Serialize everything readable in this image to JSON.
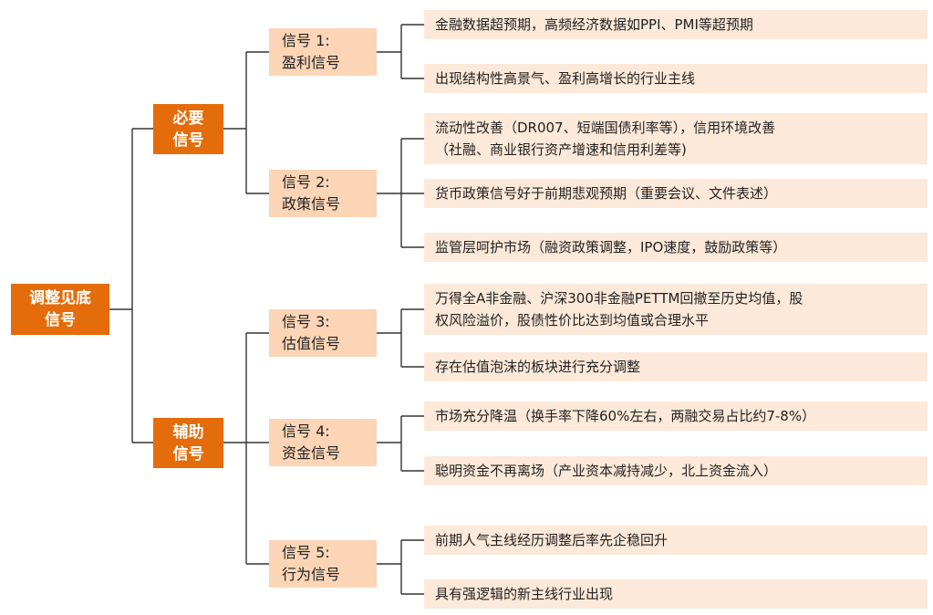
{
  "root": {
    "label": "调整见底\n信号"
  },
  "categories": [
    {
      "label": "必要\n信号"
    },
    {
      "label": "辅助\n信号"
    }
  ],
  "signals": [
    {
      "label": "信号 1:\n盈利信号"
    },
    {
      "label": "信号 2:\n政策信号"
    },
    {
      "label": "信号 3:\n估值信号"
    },
    {
      "label": "信号 4:\n资金信号"
    },
    {
      "label": "信号 5:\n行为信号"
    }
  ],
  "details": [
    "金融数据超预期，高频经济数据如PPI、PMI等超预期",
    "出现结构性高景气、盈利高增长的行业主线",
    "流动性改善（DR007、短端国债利率等），信用环境改善\n（社融、商业银行资产增速和信用利差等)",
    "货币政策信号好于前期悲观预期（重要会议、文件表述）",
    "监管层呵护市场（融资政策调整，IPO速度，鼓励政策等）",
    "万得全A非金融、沪深300非金融PETTM回撤至历史均值，股\n权风险溢价，股债性价比达到均值或合理水平",
    "存在估值泡沫的板块进行充分调整",
    "市场充分降温（换手率下降60%左右，两融交易占比约7-8%）",
    "聪明资金不再离场（产业资本减持减少，北上资金流入）",
    "前期人气主线经历调整后率先企稳回升",
    "具有强逻辑的新主线行业出现"
  ],
  "colors": {
    "root_fill": "#e46c0a",
    "signal_fill": "#fbd5b5",
    "detail_fill": "#fde9d9",
    "line": "#333333"
  }
}
